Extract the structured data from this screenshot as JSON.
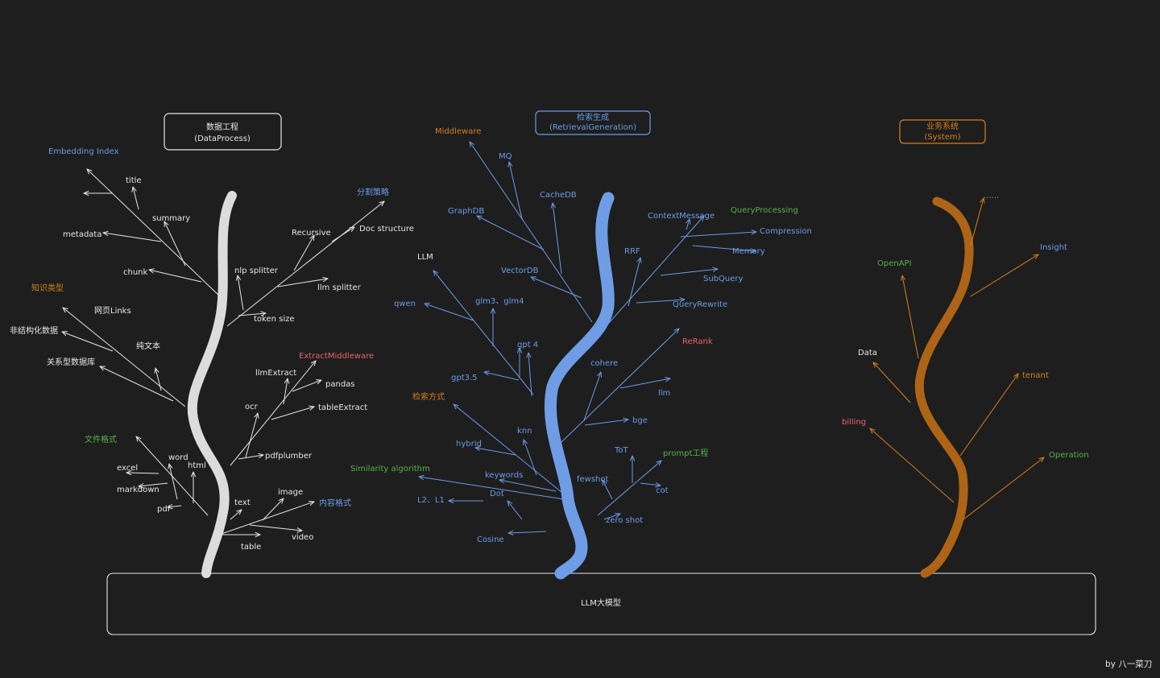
{
  "colors": {
    "background": "#1e1e1e",
    "white": "#e6e6e6",
    "blue": "#6b9be8",
    "orange": "#d47f1c",
    "green": "#55b245",
    "red": "#ea6363",
    "trunk_white": "#dcdcdc",
    "trunk_blue": "#6e9de6",
    "trunk_orange": "#ad6416"
  },
  "headers": {
    "data": {
      "line1": "数据工程",
      "line2": "(DataProcess)"
    },
    "retrieval": {
      "line1": "检索生成",
      "line2": "(RetrievalGeneration)"
    },
    "system": {
      "line1": "业务系统",
      "line2": "(System)"
    }
  },
  "base": {
    "label": "LLM大模型"
  },
  "footer": {
    "credit": "by 八一菜刀"
  },
  "labels": {
    "embedding_index": "Embedding Index",
    "title": "title",
    "summary": "summary",
    "metadata": "metadata",
    "chunk": "chunk",
    "split_strategy": "分割策略",
    "doc_structure": "Doc structure",
    "recursive": "Recursive",
    "nlp_splitter": "nlp splitter",
    "llm_splitter": "llm splitter",
    "token_size": "token size",
    "knowledge_type": "知识类型",
    "web_links": "网页Links",
    "unstructured_data": "非结构化数据",
    "plain_text": "纯文本",
    "relational_db": "关系型数据库",
    "extract_middleware": "ExtractMiddleware",
    "llm_extract": "llmExtract",
    "pandas": "pandas",
    "ocr": "ocr",
    "table_extract": "tableExtract",
    "pdfplumber": "pdfplumber",
    "file_format": "文件格式",
    "word": "word",
    "excel": "excel",
    "html": "html",
    "markdown": "markdown",
    "pdf": "pdf",
    "text": "text",
    "image": "image",
    "content_format": "内容格式",
    "video": "video",
    "table": "table",
    "middleware": "Middleware",
    "mq": "MQ",
    "cachedb": "CacheDB",
    "graphdb": "GraphDB",
    "vectordb": "VectorDB",
    "llm_upper": "LLM",
    "qwen": "qwen",
    "glm": "glm3、glm4",
    "gpt4": "gpt 4",
    "gpt35": "gpt3.5",
    "retrieval_method": "检索方式",
    "knn": "knn",
    "hybrid": "hybrid",
    "keywords": "keywords",
    "similarity": "Similarity algorithm",
    "dot": "Dot",
    "l2l1": "L2、L1",
    "cosine": "Cosine",
    "context_message": "ContextMessage",
    "query_processing": "QueryProcessing",
    "compression": "Compression",
    "memory": "Memory",
    "rrf": "RRF",
    "subquery": "SubQuery",
    "query_rewrite": "QueryRewrite",
    "rerank": "ReRank",
    "cohere": "cohere",
    "llm_lower": "llm",
    "bge": "bge",
    "tot": "ToT",
    "prompt_eng": "prompt工程",
    "fewshot": "fewshot",
    "cot": "cot",
    "zero_shot": "zero shot",
    "ellipsis": "......",
    "openapi": "OpenAPI",
    "insight": "Insight",
    "data": "Data",
    "tenant": "tenant",
    "billing": "billing",
    "operation": "Operation"
  }
}
